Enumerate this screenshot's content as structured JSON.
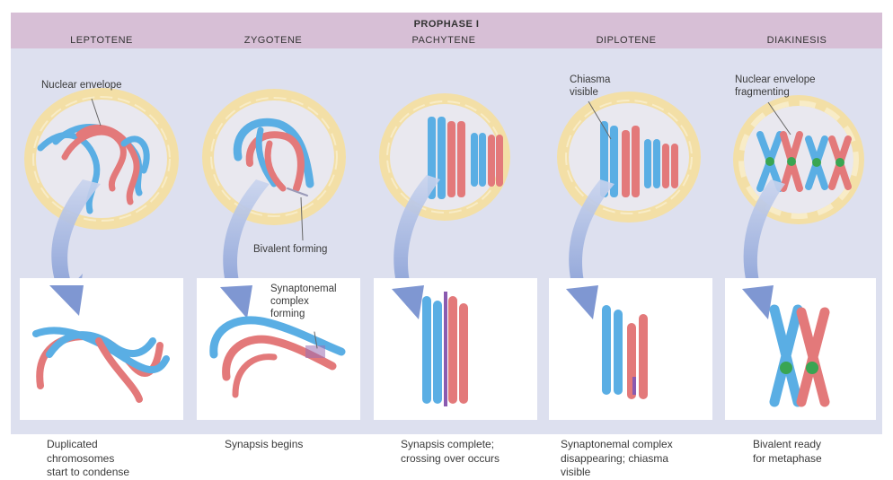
{
  "header": {
    "title": "PROPHASE I",
    "stages": [
      "LEPTOTENE",
      "ZYGOTENE",
      "PACHYTENE",
      "DIPLOTENE",
      "DIAKINESIS"
    ]
  },
  "annotations": {
    "nuclear_envelope": "Nuclear envelope",
    "bivalent_forming": "Bivalent forming",
    "synaptonemal_forming": [
      "Synaptonemal",
      "complex",
      "forming"
    ],
    "chiasma_visible": [
      "Chiasma",
      "visible"
    ],
    "envelope_fragmenting": [
      "Nuclear envelope",
      "fragmenting"
    ]
  },
  "captions": [
    [
      "Duplicated",
      "chromosomes",
      "start to condense"
    ],
    [
      "Synapsis begins"
    ],
    [
      "Synapsis complete;",
      "crossing over occurs"
    ],
    [
      "Synaptonemal complex",
      "disappearing; chiasma",
      "visible"
    ],
    [
      "Bivalent ready",
      "for metaphase"
    ]
  ],
  "colors": {
    "header_band": "#d7bfd6",
    "panel_bg": "#dde0ef",
    "nucleus_rim": "#f3dfa6",
    "nucleus_inner": "#e9e8ef",
    "chromosome_blue": "#5aaee4",
    "chromosome_red": "#e3797a",
    "centromere_green": "#39a552",
    "arrow": "#8fa4d6"
  }
}
